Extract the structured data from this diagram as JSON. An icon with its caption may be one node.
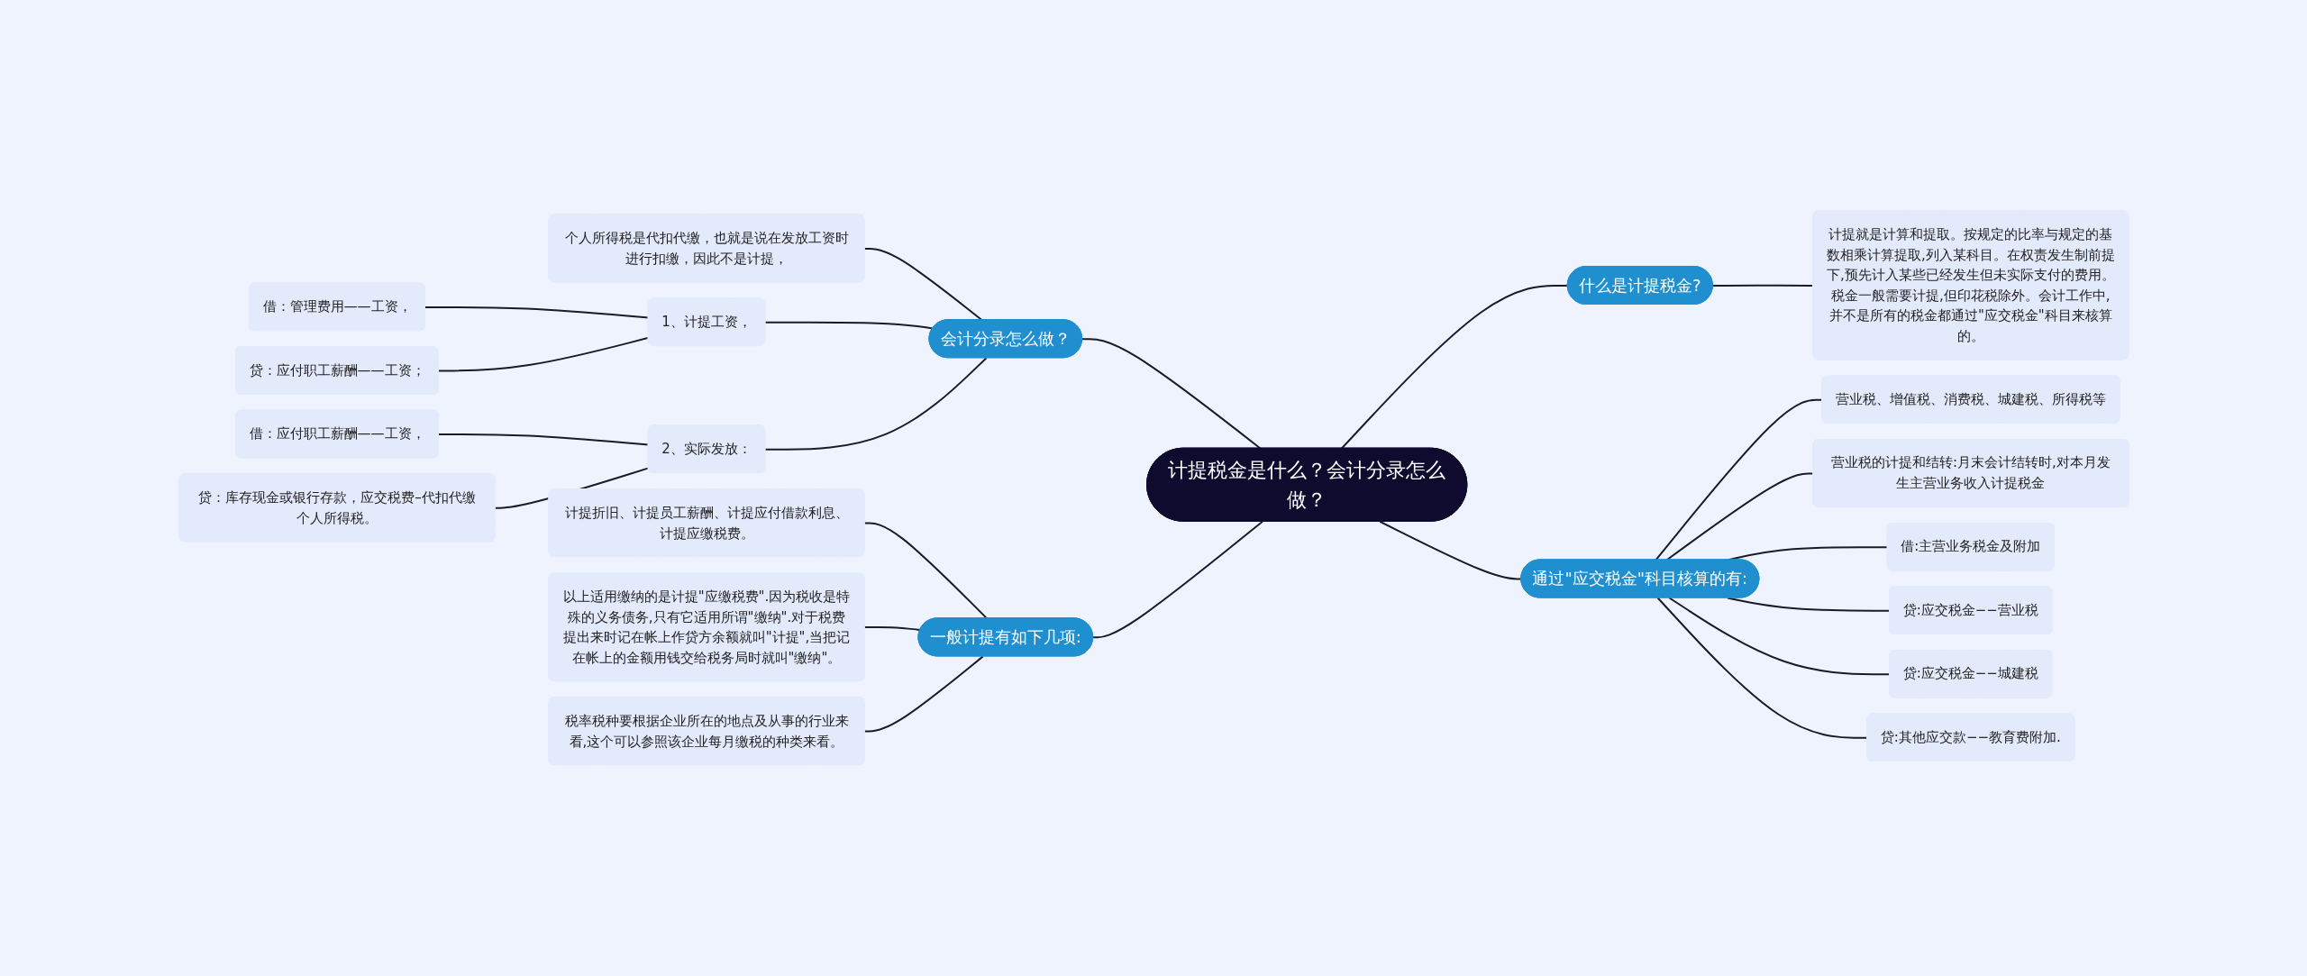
{
  "diagram": {
    "nodes": [
      {
        "text": [
          "计提税金是什么？会计分录怎么做？"
        ]
      },
      {
        "text": [
          "会计分录怎么做？"
        ]
      },
      {
        "text": [
          "个人所得税是代扣代缴，也就是说在发放工资时进行扣缴，因此不是计提，"
        ]
      },
      {
        "text": [
          "1、计提工资，"
        ]
      },
      {
        "text": [
          "借：管理费用——工资，"
        ]
      },
      {
        "text": [
          "贷：应付职工薪酬——工资；"
        ]
      },
      {
        "text": [
          "2、实际发放："
        ]
      },
      {
        "text": [
          "借：应付职工薪酬——工资，"
        ]
      },
      {
        "text": [
          "贷：库存现金或银行存款，应交税费–代扣代缴个人所得税。"
        ]
      },
      {
        "text": [
          "一般计提有如下几项:"
        ]
      },
      {
        "text": [
          "计提折旧、计提员工薪酬、计提应付借款利息、计提应缴税费。"
        ]
      },
      {
        "text": [
          "以上适用缴纳的是计提\"应缴税费\".因为税收是特殊的义务债务,只有它适用所谓\"缴纳\".对于税费提出来时记在帐上作贷方余额就叫\"计提\",当把记在帐上的金额用钱交给税务局时就叫\"缴纳\"。"
        ]
      },
      {
        "text": [
          "税率税种要根据企业所在的地点及从事的行业来看,这个可以参照该企业每月缴税的种类来看。"
        ]
      },
      {
        "text": [
          "什么是计提税金?"
        ]
      },
      {
        "text": [
          "计提就是计算和提取。按规定的比率与规定的基数相乘计算提取,列入某科目。在权责发生制前提下,预先计入某些已经发生但未实际支付的费用。税金一般需要计提,但印花税除外。会计工作中,并不是所有的税金都通过\"应交税金\"科目来核算的。"
        ]
      },
      {
        "text": [
          "通过\"应交税金\"科目核算的有:"
        ]
      },
      {
        "text": [
          "营业税、增值税、消费税、城建税、所得税等"
        ]
      },
      {
        "text": [
          "营业税的计提和结转:月末会计结转时,对本月发生主营业务收入计提税金"
        ]
      },
      {
        "text": [
          "借:主营业务税金及附加"
        ]
      },
      {
        "text": [
          "贷:应交税金−−营业税"
        ]
      },
      {
        "text": [
          "贷:应交税金−−城建税"
        ]
      },
      {
        "text": [
          "贷:其他应交款−−教育费附加."
        ]
      }
    ],
    "edges": [
      {
        "from": 1,
        "to": 0,
        "arrow": "none"
      },
      {
        "from": 2,
        "to": 1,
        "arrow": "none"
      },
      {
        "from": 3,
        "to": 1,
        "arrow": "none"
      },
      {
        "from": 4,
        "to": 3,
        "arrow": "none"
      },
      {
        "from": 5,
        "to": 3,
        "arrow": "none"
      },
      {
        "from": 6,
        "to": 1,
        "arrow": "none"
      },
      {
        "from": 7,
        "to": 6,
        "arrow": "none"
      },
      {
        "from": 8,
        "to": 6,
        "arrow": "none"
      },
      {
        "from": 9,
        "to": 0,
        "arrow": "none"
      },
      {
        "from": 10,
        "to": 9,
        "arrow": "none"
      },
      {
        "from": 11,
        "to": 9,
        "arrow": "none"
      },
      {
        "from": 12,
        "to": 9,
        "arrow": "none"
      },
      {
        "from": 0,
        "to": 13,
        "arrow": "none"
      },
      {
        "from": 13,
        "to": 14,
        "arrow": "none"
      },
      {
        "from": 0,
        "to": 15,
        "arrow": "none"
      },
      {
        "from": 15,
        "to": 16,
        "arrow": "none"
      },
      {
        "from": 15,
        "to": 17,
        "arrow": "none"
      },
      {
        "from": 15,
        "to": 18,
        "arrow": "none"
      },
      {
        "from": 15,
        "to": 19,
        "arrow": "none"
      },
      {
        "from": 15,
        "to": 20,
        "arrow": "none"
      },
      {
        "from": 15,
        "to": 21,
        "arrow": "none"
      }
    ]
  }
}
